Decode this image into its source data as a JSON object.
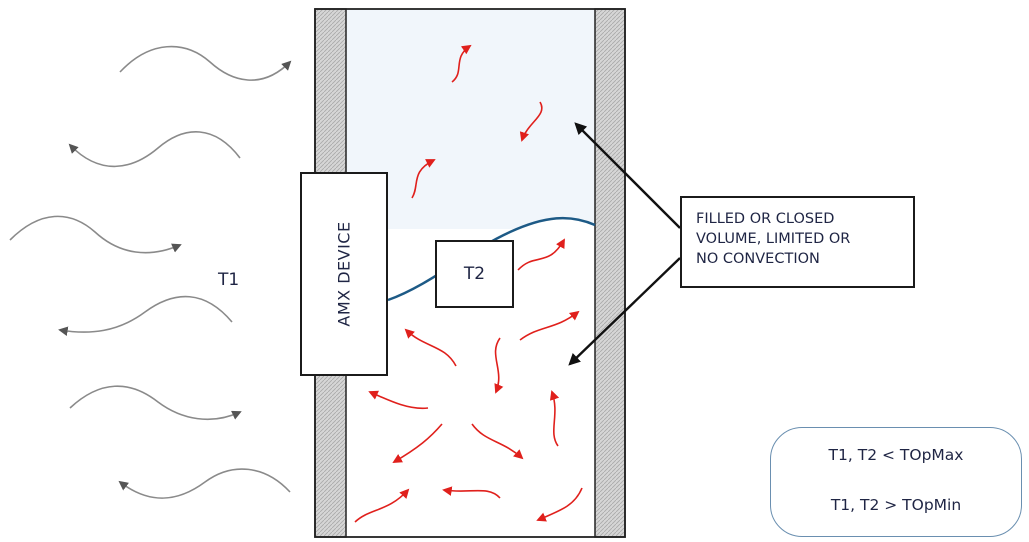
{
  "diagram": {
    "ambient_label": "T1",
    "device_label": "AMX DEVICE",
    "sensor_label": "T2",
    "callout": {
      "line1": "FILLED OR CLOSED",
      "line2": "VOLUME, LIMITED OR",
      "line3": "NO CONVECTION"
    },
    "conditions": {
      "line1": "T1, T2 < TOpMax",
      "line2": "T1, T2 > TOpMin"
    },
    "colors": {
      "airflow": "#8a8a8a",
      "internal_flow": "#e0201c",
      "fill_level": "#1d5a86",
      "upper_volume": "#f1f6fb",
      "wall": "#d4d4d4"
    }
  }
}
